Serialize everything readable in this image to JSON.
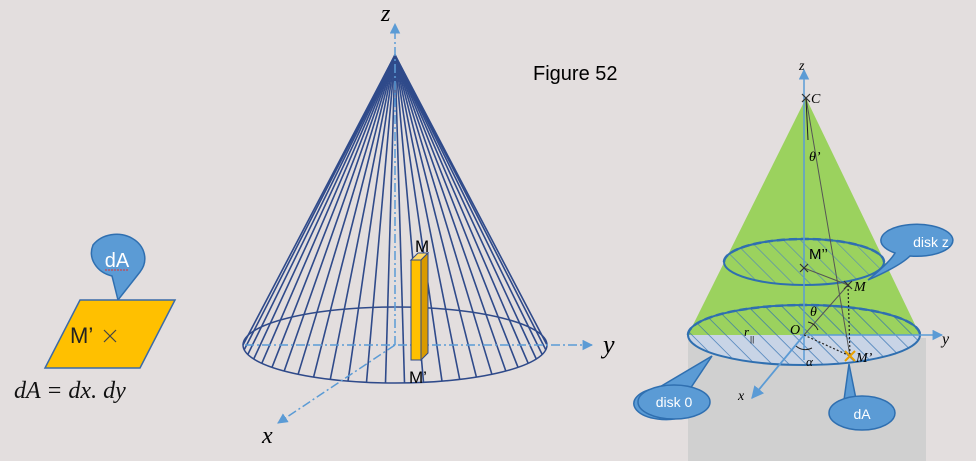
{
  "figure_label": "Figure 52",
  "left_panel": {
    "callout": "dA",
    "point_label": "M’",
    "formula": "dA = dx. dy"
  },
  "middle_panel": {
    "axis_z": "z",
    "axis_y": "y",
    "axis_x": "x",
    "top_point": "M",
    "bottom_point": "M’"
  },
  "right_panel": {
    "axis_z": "z",
    "axis_y": "y",
    "axis_x": "x",
    "apex": "C",
    "theta_prime": "θ’",
    "theta": "θ",
    "origin": "O",
    "radius": "r",
    "radius_sub": "||",
    "alpha": "α",
    "point_m": "M",
    "point_m_double": "M’’",
    "point_m_prime": "M’",
    "callout_disk_z": "disk z",
    "callout_disk_0": "disk 0",
    "callout_da": "dA"
  },
  "colors": {
    "background": "#e3dede",
    "cone_lines": "#2f4a8a",
    "axis_blue": "#5b9bd5",
    "callout_fill": "#5b9bd5",
    "callout_border": "#2f6fb0",
    "parallelogram": "#ffc000",
    "cone_green": "#92d050",
    "base_gray": "#d0d0d0"
  }
}
